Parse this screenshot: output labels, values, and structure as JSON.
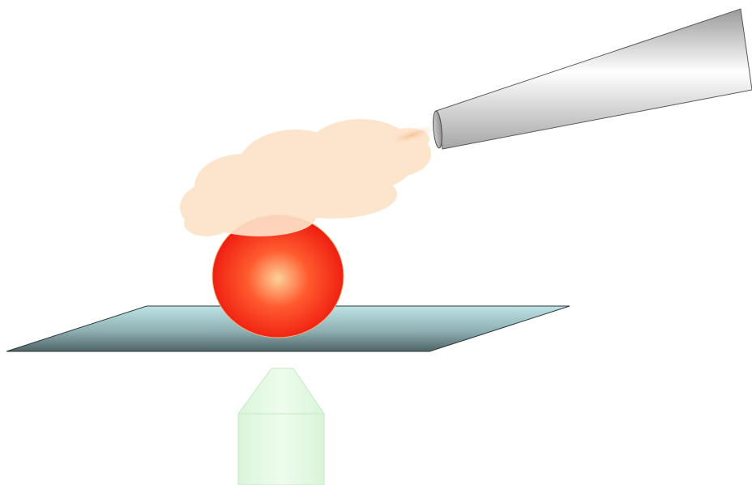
{
  "diagram": {
    "elements": [
      {
        "id": "pipette",
        "icon": "pipette-cone"
      },
      {
        "id": "cloud",
        "icon": "cloud-plume"
      },
      {
        "id": "sphere",
        "icon": "red-sphere"
      },
      {
        "id": "slide",
        "icon": "glass-slide"
      },
      {
        "id": "objective",
        "icon": "objective-lens"
      }
    ],
    "colors": {
      "cloud": "#fde3c9",
      "sphere_center": "#fcd29a",
      "sphere_mid": "#ff5a2e",
      "sphere_edge": "#ee1c10",
      "slide_light": "#bde3e6",
      "slide_dark": "#4f6366",
      "objective": "#dff7df",
      "pipette_light": "#ffffff",
      "pipette_dark": "#9a9a9a"
    }
  }
}
